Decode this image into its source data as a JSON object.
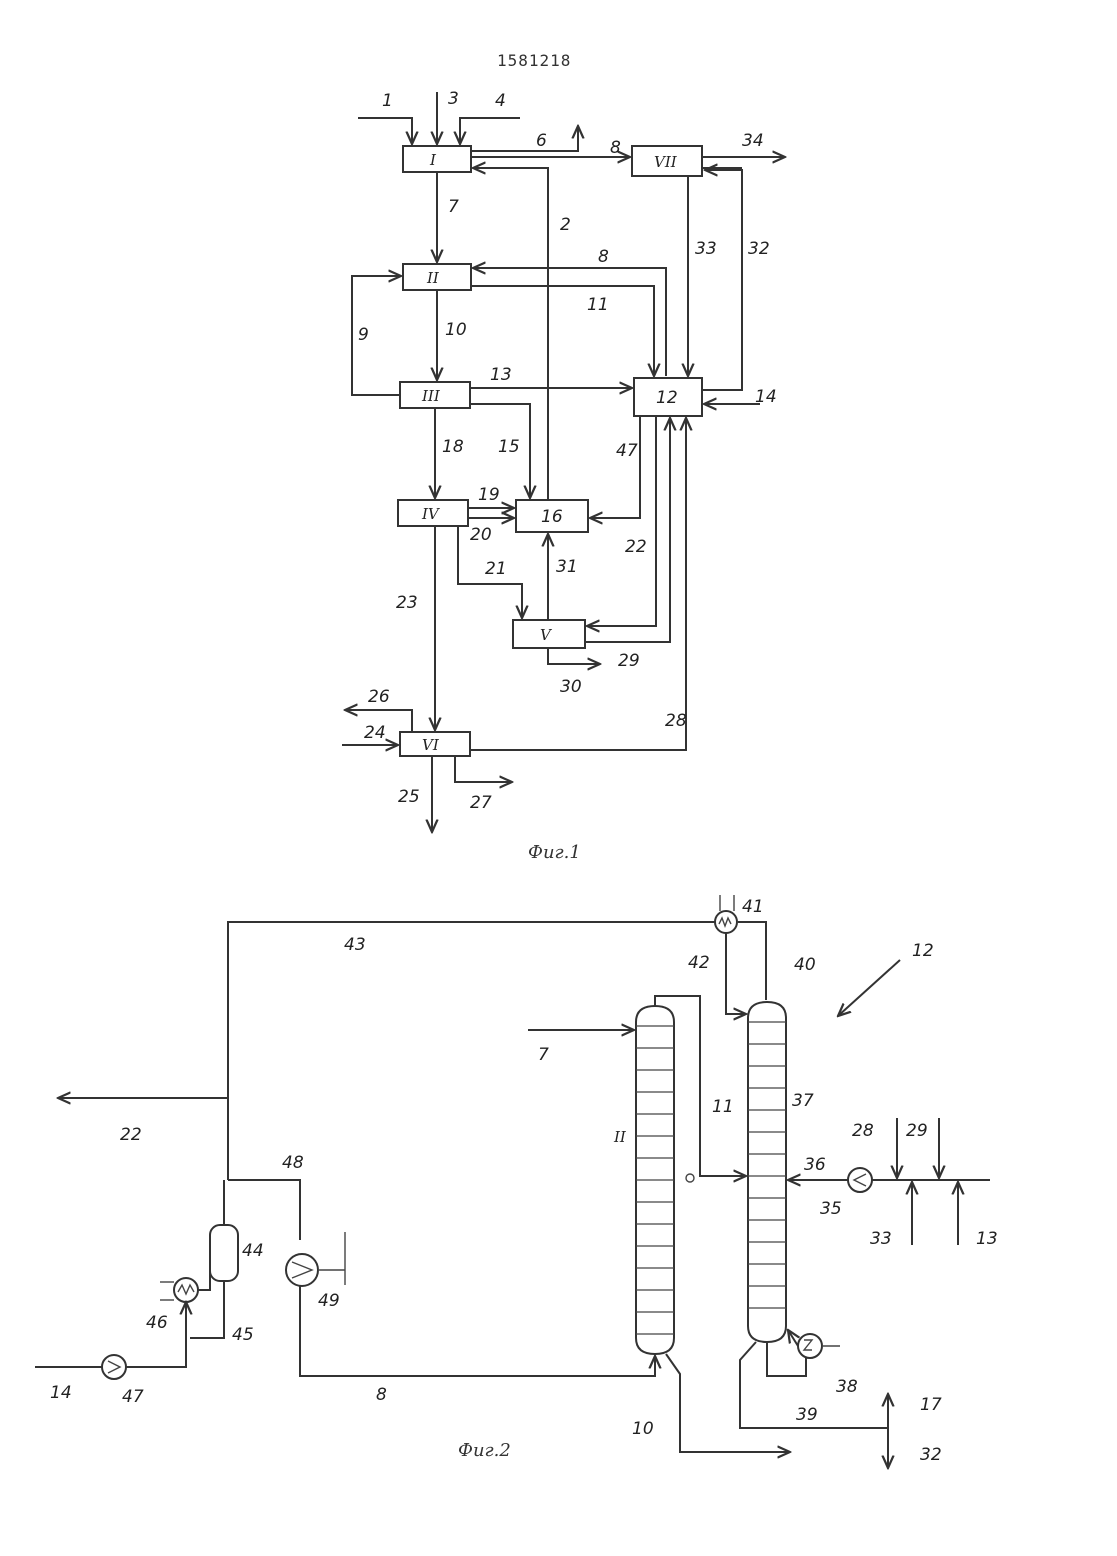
{
  "document": {
    "number": "1581218"
  },
  "figure1": {
    "caption": "Фиг.1",
    "blocks": {
      "I": "I",
      "II": "II",
      "III": "III",
      "IV": "IV",
      "V": "V",
      "VI": "VI",
      "VII": "VII",
      "b12": "12",
      "b16": "16"
    },
    "streams": [
      "1",
      "3",
      "4",
      "6",
      "8",
      "7",
      "2",
      "33",
      "32",
      "8",
      "11",
      "9",
      "10",
      "13",
      "14",
      "18",
      "15",
      "47",
      "19",
      "20",
      "22",
      "21",
      "31",
      "23",
      "29",
      "30",
      "26",
      "24",
      "28",
      "25",
      "27",
      "34"
    ]
  },
  "figure2": {
    "caption": "Фиг.2",
    "labels": [
      "41",
      "43",
      "42",
      "40",
      "12",
      "7",
      "22",
      "11",
      "37",
      "II",
      "28",
      "29",
      "36",
      "35",
      "48",
      "44",
      "49",
      "46",
      "45",
      "33",
      "13",
      "14",
      "47",
      "8",
      "38",
      "39",
      "17",
      "10",
      "32"
    ]
  }
}
